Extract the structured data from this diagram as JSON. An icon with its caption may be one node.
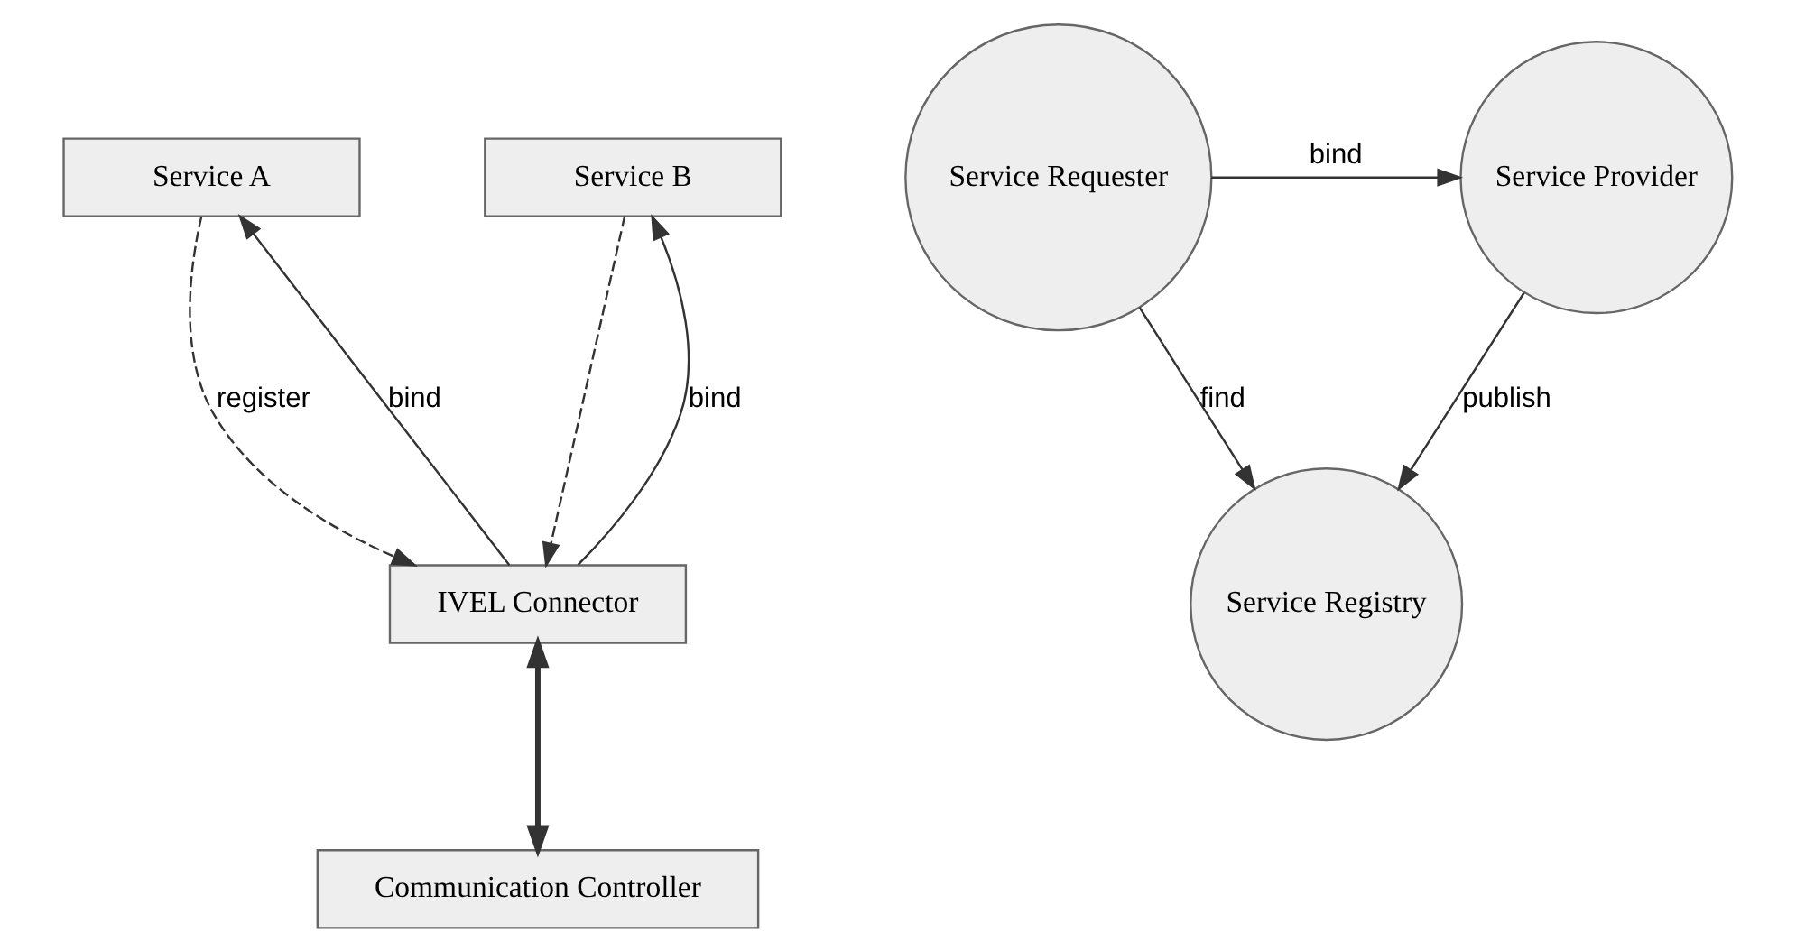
{
  "diagram": {
    "nodes": [
      {
        "text": [
          "Service A"
        ]
      },
      {
        "text": [
          "Service B"
        ]
      },
      {
        "text": [
          "IVEL Connector"
        ]
      },
      {
        "text": [
          "Communication Controller"
        ]
      },
      {
        "text": [
          "Service Requester"
        ]
      },
      {
        "text": [
          "Service Provider"
        ]
      },
      {
        "text": [
          "Service Registry"
        ]
      }
    ],
    "edges": [
      {
        "from": 0,
        "to": 2,
        "arrow": "to",
        "style": "dashed",
        "label": "register"
      },
      {
        "from": 1,
        "to": 2,
        "arrow": "to",
        "style": "dashed"
      },
      {
        "from": 2,
        "to": 0,
        "arrow": "to",
        "label": "bind"
      },
      {
        "from": 2,
        "to": 1,
        "arrow": "to",
        "label": "bind"
      },
      {
        "from": 2,
        "to": 3,
        "arrow": "both",
        "style": "thick"
      },
      {
        "from": 4,
        "to": 5,
        "arrow": "to",
        "label": "bind"
      },
      {
        "from": 4,
        "to": 6,
        "arrow": "to",
        "label": "find"
      },
      {
        "from": 5,
        "to": 6,
        "arrow": "to",
        "label": "publish"
      }
    ]
  }
}
